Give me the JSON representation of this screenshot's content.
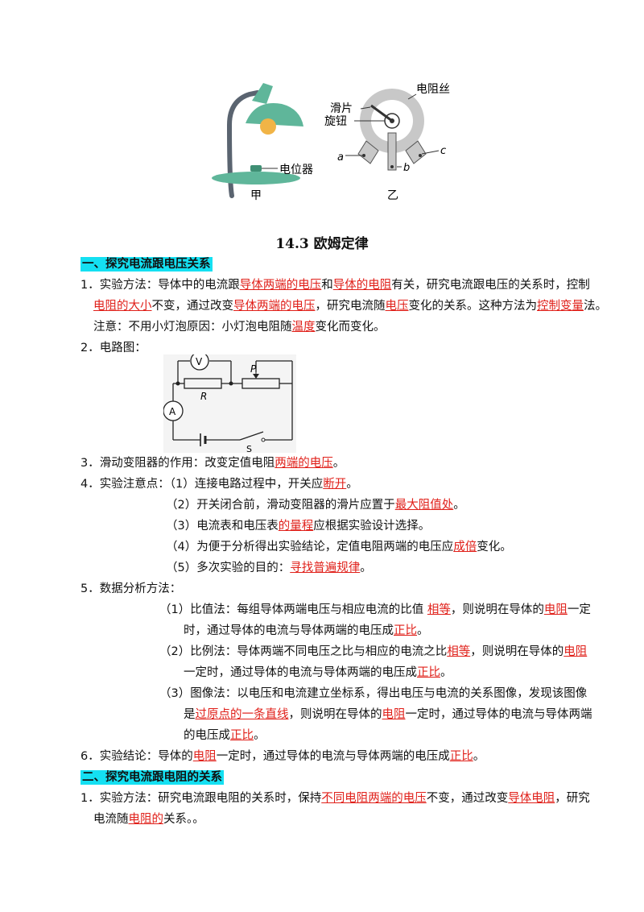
{
  "figure_top": {
    "label_jia": "甲",
    "label_yi": "乙",
    "lamp_label": "电位器",
    "label_resistance_wire": "电阻丝",
    "label_slider": "滑片",
    "label_knob": "旋钮",
    "label_a": "a",
    "label_b": "b",
    "label_c": "c"
  },
  "title": "14.3  欧姆定律",
  "section1": {
    "heading": "一、探究电流跟电压关系",
    "item1": {
      "p1": "1．实验方法：导体中的电流跟",
      "r1": "导体两端的电压",
      "p2": "和",
      "r2": "导体的电阻",
      "p3": "有关，研究电流跟电压的关系时，控制",
      "r3": "电阻的大小",
      "p4": "不变，通过改变",
      "r4": "导体两端的电压",
      "p5": "，研究电流随",
      "r5": "电压",
      "p6": "变化的关系。这种方法为",
      "r6": "控制变量",
      "p7": "法。",
      "note_p1": "注意：不用小灯泡原因：小灯泡电阻随",
      "note_r1": "温度",
      "note_p2": "变化而变化。"
    },
    "item2": "2．电路图：",
    "circuit": {
      "V": "V",
      "A": "A",
      "R": "R",
      "P": "P",
      "S": "S"
    },
    "item3": {
      "p1": "3．滑动变阻器的作用：改变定值电阻",
      "r1": "两端的电压",
      "p2": "。"
    },
    "item4": {
      "head": "4．实验注意点：",
      "s1_p": "（1）连接电路过程中，开关应",
      "s1_r": "断开",
      "s1_e": "。",
      "s2_p": "（2）开关闭合前，滑动变阻器的滑片应置于",
      "s2_r": "最大阻值处",
      "s2_e": "。",
      "s3_p": "（3）电流表和电压表",
      "s3_r": "的量程",
      "s3_e": "应根据实验设计选择。",
      "s4_p": "（4）为便于分析得出实验结论，定值电阻两端的电压应",
      "s4_r": "成倍",
      "s4_e": "变化。",
      "s5_p": "（5）多次实验的目的：",
      "s5_r": "寻找普遍规律",
      "s5_e": "。"
    },
    "item5": {
      "head": "5．数据分析方法：",
      "m1_p1": "（1）比值法：每组导体两端电压与相应电流的比值 ",
      "m1_r1": "相等",
      "m1_p2": "，则说明在导体的",
      "m1_r2": "电阻",
      "m1_p3": "一定",
      "m1_l2_p": "时，通过导体的电流与导体两端的电压成",
      "m1_l2_r": "正比",
      "m1_l2_e": "。",
      "m2_p1": "（2）比例法：导体两端不同电压之比与相应的电流之比",
      "m2_r1": "相等",
      "m2_p2": "，则说明在导体的",
      "m2_r2": "电阻",
      "m2_l2_p": "一定时，通过导体的电流与导体两端的电压成",
      "m2_l2_r": "正比",
      "m2_l2_e": "。",
      "m3_l1": "（3）图像法：以电压和电流建立坐标系，得出电压与电流的关系图像，发现该图像",
      "m3_l2_p": "是",
      "m3_l2_r1": "过原点的一条直线",
      "m3_l2_p2": "，则说明在导体的",
      "m3_l2_r2": "电阻",
      "m3_l2_p3": "一定时，通过导体的电流与导体两端",
      "m3_l3_p": "的电压成",
      "m3_l3_r": "正比",
      "m3_l3_e": "。"
    },
    "item6": {
      "p1": "6．实验结论：导体的",
      "r1": "电阻",
      "p2": "一定时，通过导体的电流与导体两端的电压成",
      "r2": "正比",
      "p3": "。"
    }
  },
  "section2": {
    "heading": "二、探究电流跟电阻的关系",
    "item1": {
      "p1": "1．实验方法：研究电流跟电阻的关系时，保持",
      "r1": "不同电阻两端的电压",
      "p2": "不变，通过改变",
      "r2": "导体电阻",
      "p3": "，研究",
      "l2_p": "电流随",
      "l2_r": "电阻的",
      "l2_e": "关系。。"
    }
  }
}
